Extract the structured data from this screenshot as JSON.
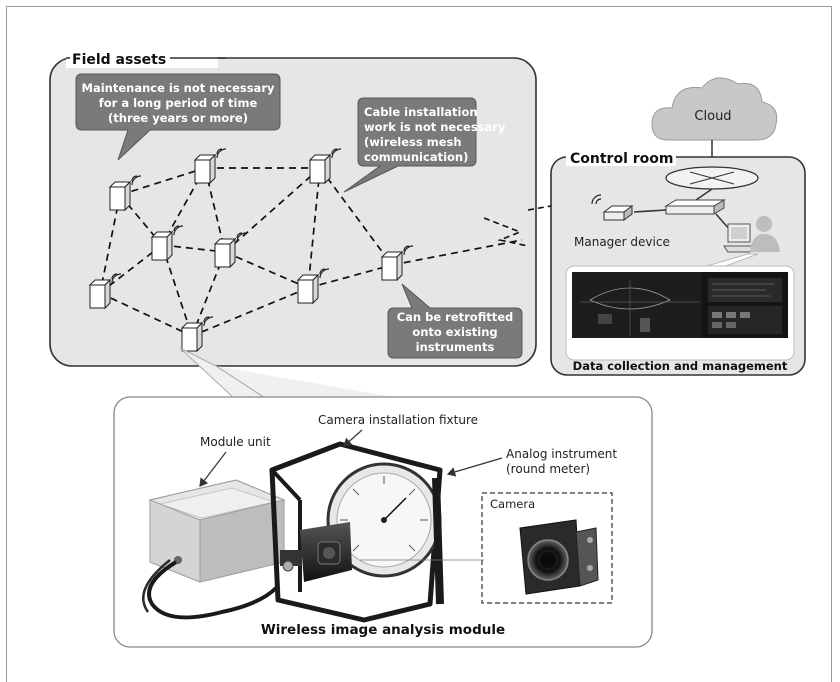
{
  "field_assets": {
    "title": "Field assets",
    "callouts": {
      "maintenance": [
        "Maintenance is not necessary",
        "for a long period of time",
        "(three years or more)"
      ],
      "cable": [
        "Cable installation",
        "work is not necessary",
        "(wireless mesh",
        "communication)"
      ],
      "retrofit": [
        "Can be retrofitted",
        "onto existing",
        "instruments"
      ]
    }
  },
  "cloud": {
    "label": "Cloud"
  },
  "control_room": {
    "title": "Control room",
    "manager_label": "Manager device",
    "data_label": "Data collection and management"
  },
  "module_panel": {
    "title": "Wireless image analysis module",
    "module_unit_label": "Module unit",
    "fixture_label": "Camera installation fixture",
    "analog_label": [
      "Analog instrument",
      "(round meter)"
    ],
    "camera_label": "Camera"
  },
  "colors": {
    "panel_fill": "#e6e6e6",
    "callout_fill": "#7a7a7a",
    "callout_text": "#ffffff",
    "border": "#333333"
  },
  "icons": [
    "wireless-signal-icon",
    "sensor-node-icon",
    "cloud-icon",
    "router-icon",
    "operator-icon",
    "monitor-icon"
  ]
}
